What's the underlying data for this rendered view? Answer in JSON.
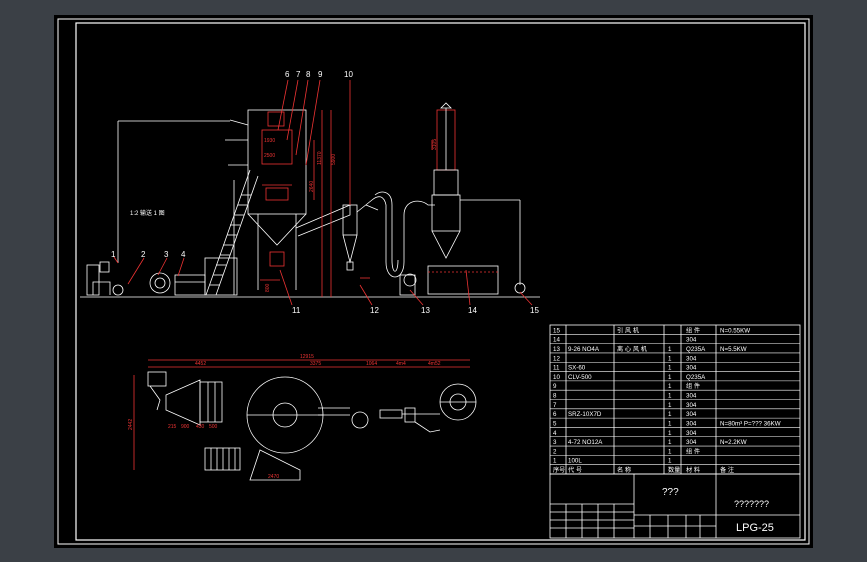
{
  "callouts": [
    "6",
    "7",
    "8",
    "9",
    "10",
    "1",
    "2",
    "3",
    "4",
    "11",
    "12",
    "13",
    "14",
    "15"
  ],
  "elev_label": "1:2 输送 1 图",
  "dimensions": {
    "plan_top": [
      "12915",
      "4452",
      "3375",
      "1064",
      "4m4",
      "4m52"
    ],
    "plan_bottom": [
      "215",
      "900",
      "430",
      "500"
    ],
    "plan_total": "2470",
    "plan_side": "2442",
    "elev": [
      "11370",
      "2640",
      "5900",
      "1930",
      "2500",
      "3105",
      "800"
    ]
  },
  "bom": {
    "rows": [
      {
        "no": "15",
        "code": "",
        "name": "引 风 机",
        "qty": "",
        "mat": "组 件",
        "note": "N=0.55KW"
      },
      {
        "no": "14",
        "code": "",
        "name": "",
        "qty": "",
        "mat": "304",
        "note": ""
      },
      {
        "no": "13",
        "code": "9-26 NO4A",
        "name": "离 心 风 机",
        "qty": "1",
        "mat": "Q235A",
        "note": "N=5.5KW"
      },
      {
        "no": "12",
        "code": "",
        "name": "",
        "qty": "1",
        "mat": "304",
        "note": ""
      },
      {
        "no": "11",
        "code": "SX-60",
        "name": "",
        "qty": "1",
        "mat": "304",
        "note": ""
      },
      {
        "no": "10",
        "code": "CLV-500",
        "name": "",
        "qty": "1",
        "mat": "Q235A",
        "note": ""
      },
      {
        "no": "9",
        "code": "",
        "name": "",
        "qty": "1",
        "mat": "组 件",
        "note": ""
      },
      {
        "no": "8",
        "code": "",
        "name": "",
        "qty": "1",
        "mat": "304",
        "note": ""
      },
      {
        "no": "7",
        "code": "",
        "name": "",
        "qty": "1",
        "mat": "304",
        "note": ""
      },
      {
        "no": "6",
        "code": "SRZ-10X7D",
        "name": "",
        "qty": "1",
        "mat": "304",
        "note": ""
      },
      {
        "no": "5",
        "code": "",
        "name": "",
        "qty": "1",
        "mat": "304",
        "note": "N=80m³ P=??? 36KW"
      },
      {
        "no": "4",
        "code": "",
        "name": "",
        "qty": "1",
        "mat": "304",
        "note": ""
      },
      {
        "no": "3",
        "code": "4-72 NO12A",
        "name": "",
        "qty": "1",
        "mat": "304",
        "note": "N=2.2KW"
      },
      {
        "no": "2",
        "code": "",
        "name": "",
        "qty": "1",
        "mat": "组 件",
        "note": ""
      },
      {
        "no": "1",
        "code": "100L",
        "name": "",
        "qty": "1",
        "mat": "",
        "note": ""
      },
      {
        "no": "序号",
        "code": "代 号",
        "name": "名 称",
        "qty": "数量",
        "mat": "材 料",
        "note": "备 注"
      }
    ]
  },
  "title_block": {
    "title": "???",
    "company": "???????",
    "drawing_no": "LPG-25"
  }
}
